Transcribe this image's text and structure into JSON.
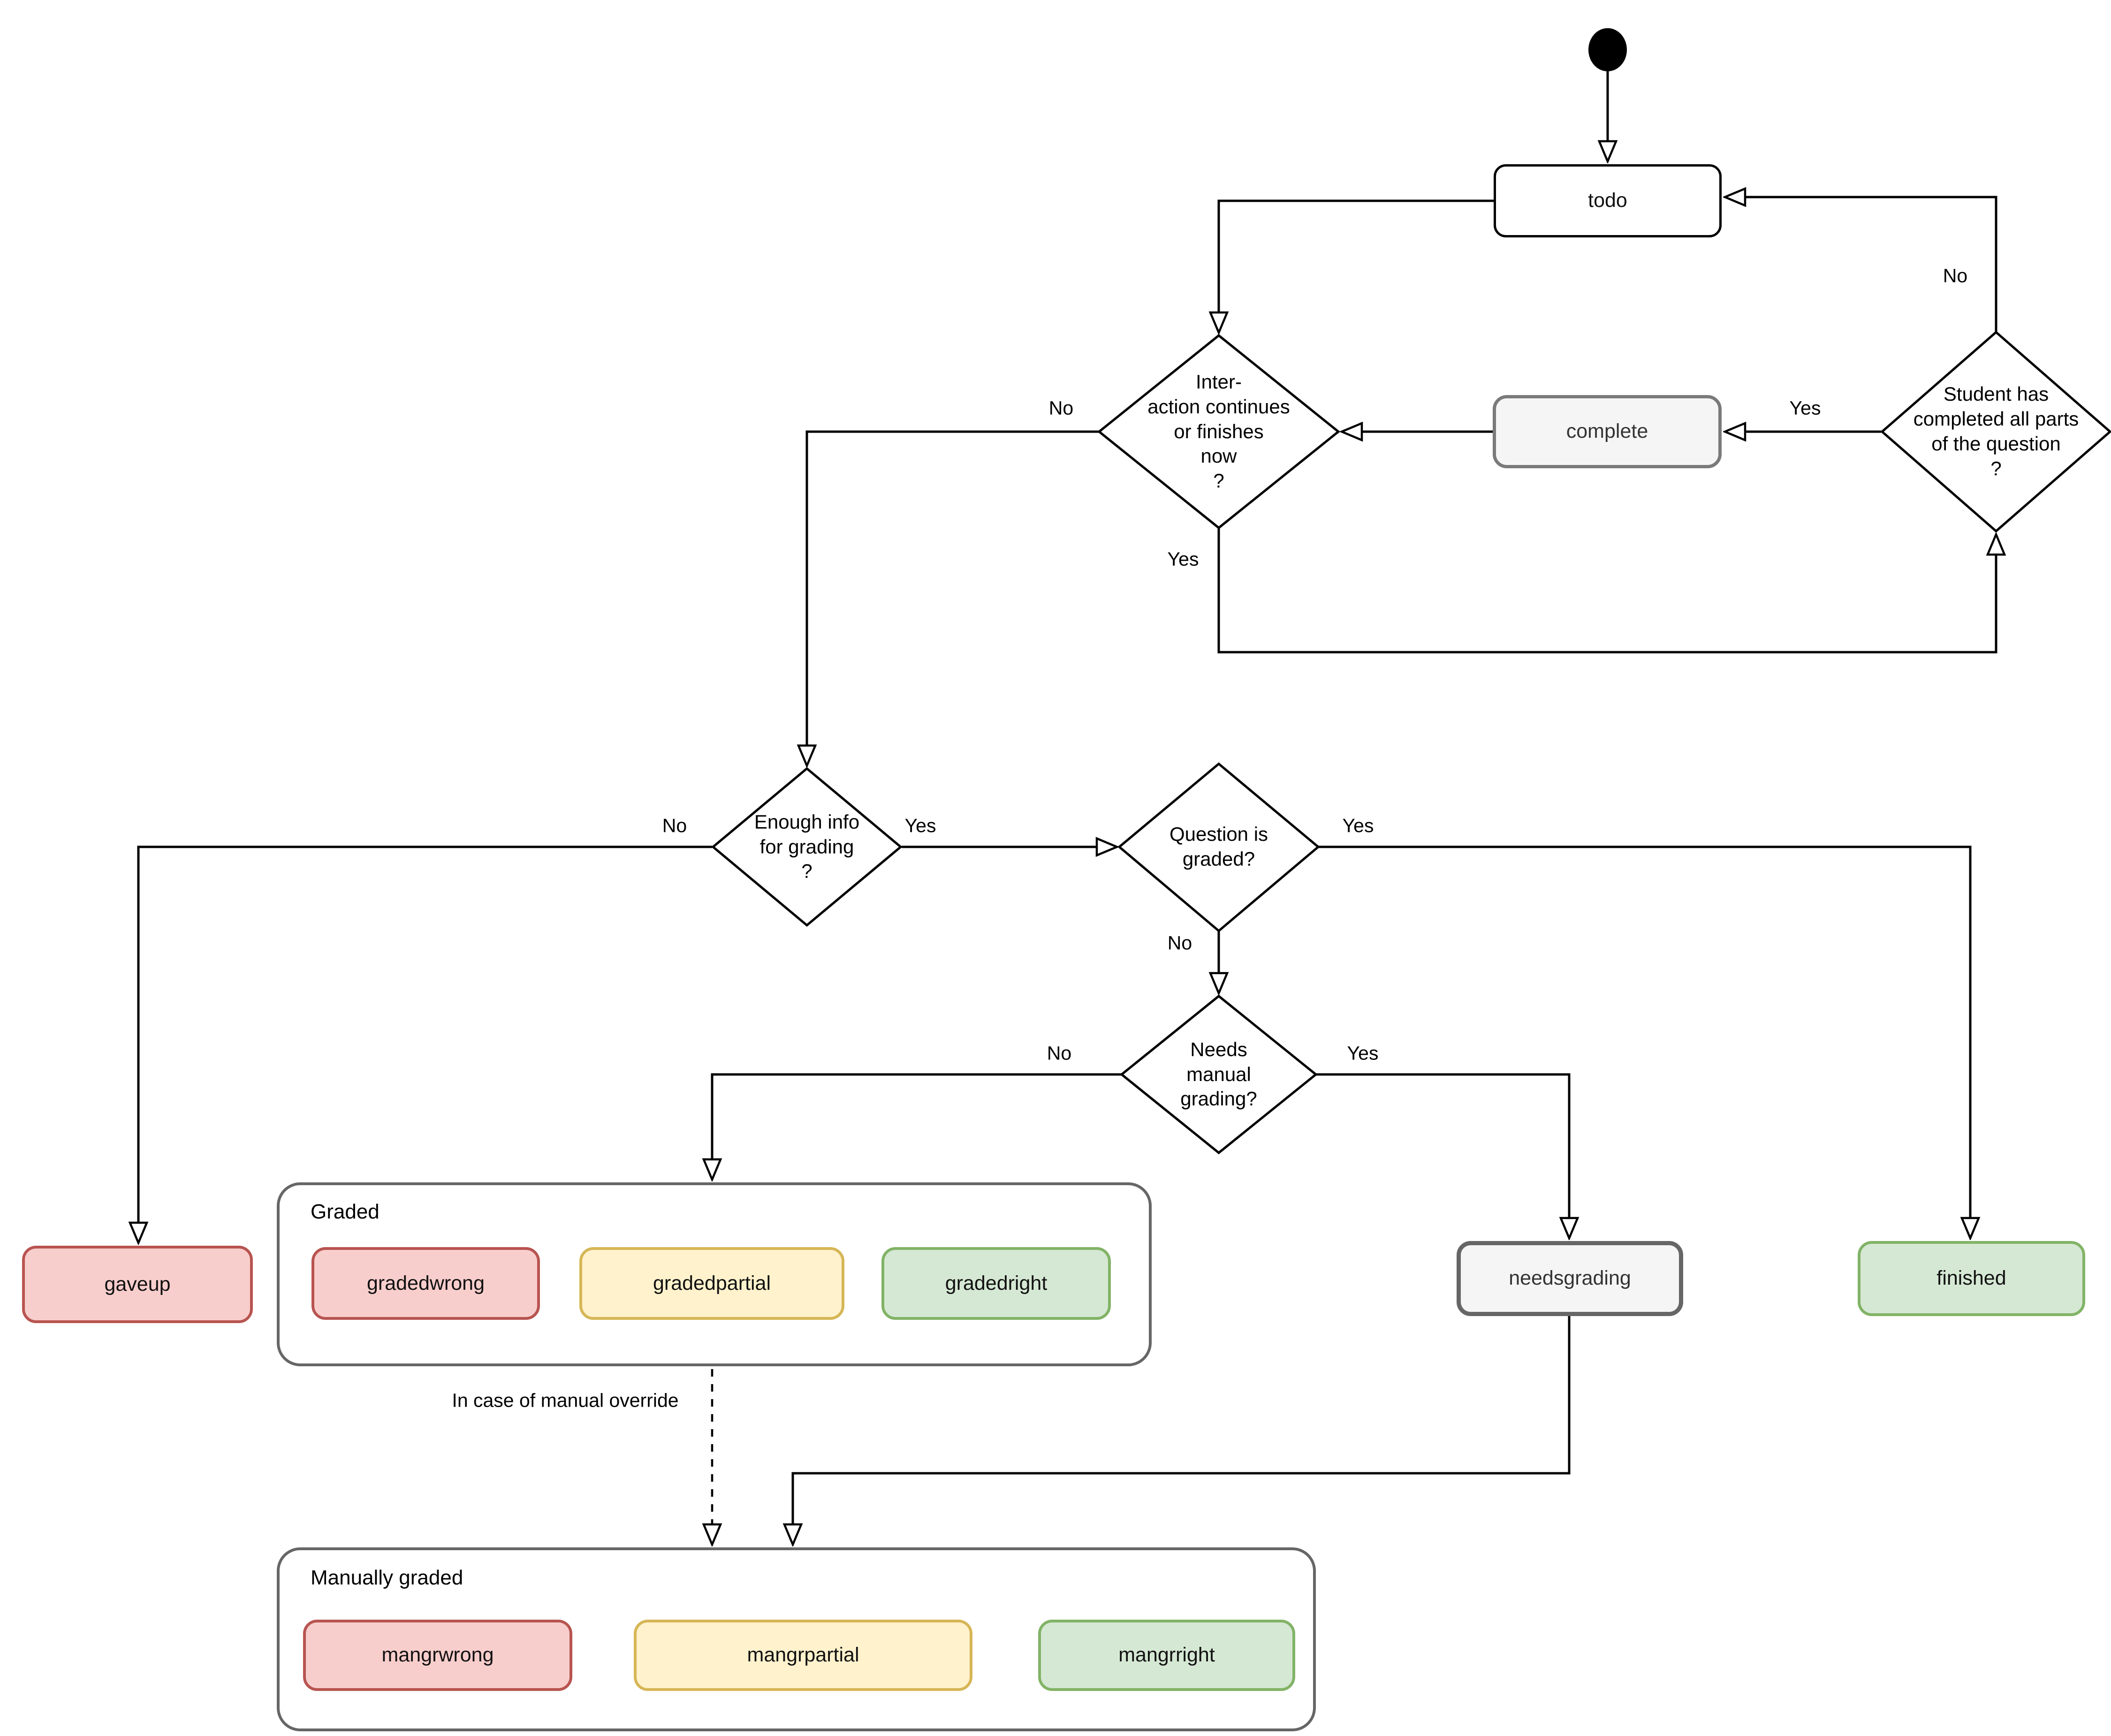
{
  "nodes": {
    "todo": {
      "label": "todo"
    },
    "complete": {
      "label": "complete"
    },
    "gaveup": {
      "label": "gaveup"
    },
    "gradedwrong": {
      "label": "gradedwrong"
    },
    "gradedpartial": {
      "label": "gradedpartial"
    },
    "gradedright": {
      "label": "gradedright"
    },
    "needsgrading": {
      "label": "needsgrading"
    },
    "finished": {
      "label": "finished"
    },
    "mangrwrong": {
      "label": "mangrwrong"
    },
    "mangrpartial": {
      "label": "mangrpartial"
    },
    "mangrright": {
      "label": "mangrright"
    }
  },
  "decisions": {
    "interaction": {
      "lines": [
        "Inter-",
        "action continues",
        "or finishes",
        "now",
        "?"
      ]
    },
    "student_completed": {
      "lines": [
        "Student has",
        "completed all parts",
        "of the question",
        "?"
      ]
    },
    "enough_info": {
      "lines": [
        "Enough info",
        "for grading",
        "?"
      ]
    },
    "question_graded": {
      "lines": [
        "Question is",
        "graded?"
      ]
    },
    "needs_manual": {
      "lines": [
        "Needs",
        "manual",
        "grading?"
      ]
    }
  },
  "containers": {
    "graded": {
      "title": "Graded"
    },
    "manually_graded": {
      "title": "Manually graded"
    }
  },
  "edge_labels": {
    "student_no": "No",
    "student_yes": "Yes",
    "interaction_no": "No",
    "interaction_yes": "Yes",
    "enough_no": "No",
    "enough_yes": "Yes",
    "question_yes": "Yes",
    "question_no": "No",
    "needs_no": "No",
    "needs_yes": "Yes"
  },
  "annotations": {
    "manual_override": "In case of manual override"
  },
  "colors": {
    "wrong_fill": "#f8cecc",
    "wrong_stroke": "#b85450",
    "partial_fill": "#fff2cc",
    "partial_stroke": "#d6b656",
    "right_fill": "#d5e8d4",
    "right_stroke": "#82b366",
    "neutral_fill": "#f5f5f5",
    "neutral_stroke": "#666666",
    "line": "#000000"
  }
}
